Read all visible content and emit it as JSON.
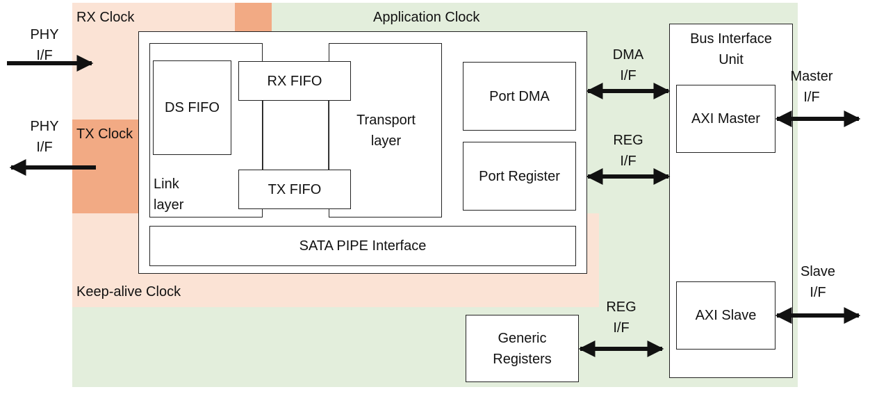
{
  "colors": {
    "app_clock_bg": "#e3eedc",
    "rx_clock_bg": "#fbe3d5",
    "tx_clock_bg": "#f2aa84",
    "keepalive_bg": "#fbe3d5",
    "line": "#111111"
  },
  "clock_domains": {
    "rx": "RX Clock",
    "tx": "TX Clock",
    "application": "Application Clock",
    "keepalive": "Keep-alive Clock"
  },
  "interfaces": {
    "phy_rx": [
      "PHY",
      "I/F"
    ],
    "phy_tx": [
      "PHY",
      "I/F"
    ],
    "dma": [
      "DMA",
      "I/F"
    ],
    "reg_port": [
      "REG",
      "I/F"
    ],
    "reg_generic": [
      "REG",
      "I/F"
    ],
    "master": [
      "Master",
      "I/F"
    ],
    "slave": [
      "Slave",
      "I/F"
    ]
  },
  "blocks": {
    "ds_fifo": "DS FIFO",
    "rx_fifo": "RX FIFO",
    "tx_fifo": "TX FIFO",
    "link_layer": [
      "Link",
      "layer"
    ],
    "transport_layer": [
      "Transport",
      "layer"
    ],
    "port_dma": "Port DMA",
    "port_register": "Port Register",
    "sata_pipe": "SATA PIPE Interface",
    "biu_title": [
      "Bus Interface",
      "Unit"
    ],
    "axi_master": "AXI Master",
    "axi_slave": "AXI Slave",
    "generic_registers": [
      "Generic",
      "Registers"
    ]
  }
}
